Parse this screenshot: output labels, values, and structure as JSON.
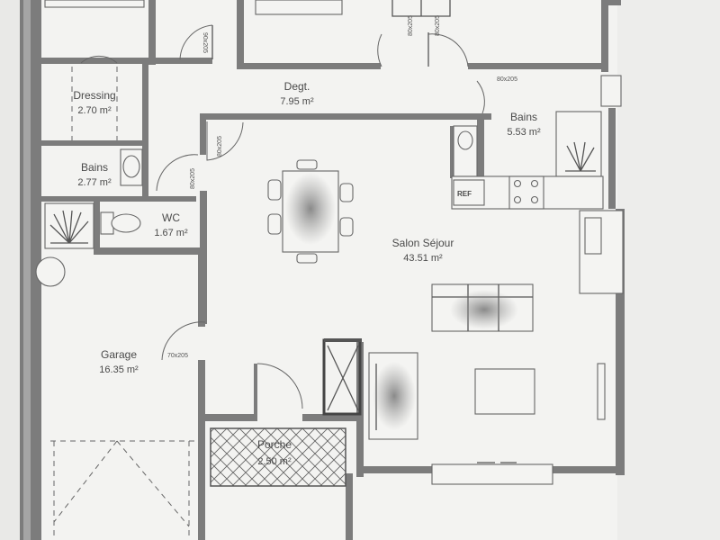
{
  "rooms": [
    {
      "name": "Dressing",
      "area": "2.70 m²"
    },
    {
      "name": "Degt.",
      "area": "7.95 m²"
    },
    {
      "name": "Bains",
      "area": "5.53 m²"
    },
    {
      "name": "Bains",
      "area": "2.77 m²"
    },
    {
      "name": "WC",
      "area": "1.67 m²"
    },
    {
      "name": "Salon Séjour",
      "area": "43.51  m²"
    },
    {
      "name": "Garage",
      "area": "16.35 m²"
    },
    {
      "name": "Porche",
      "area": "2.50 m²"
    }
  ],
  "doors": [
    "90x205",
    "80x205",
    "80x205",
    "80x205",
    "80x205",
    "80x205",
    "70x205"
  ],
  "appliance": {
    "fridge_label": "REF"
  },
  "colors": {
    "paper": "#e9e9e7",
    "wall": "#7c7c7c",
    "ink": "#4a4a4a"
  }
}
